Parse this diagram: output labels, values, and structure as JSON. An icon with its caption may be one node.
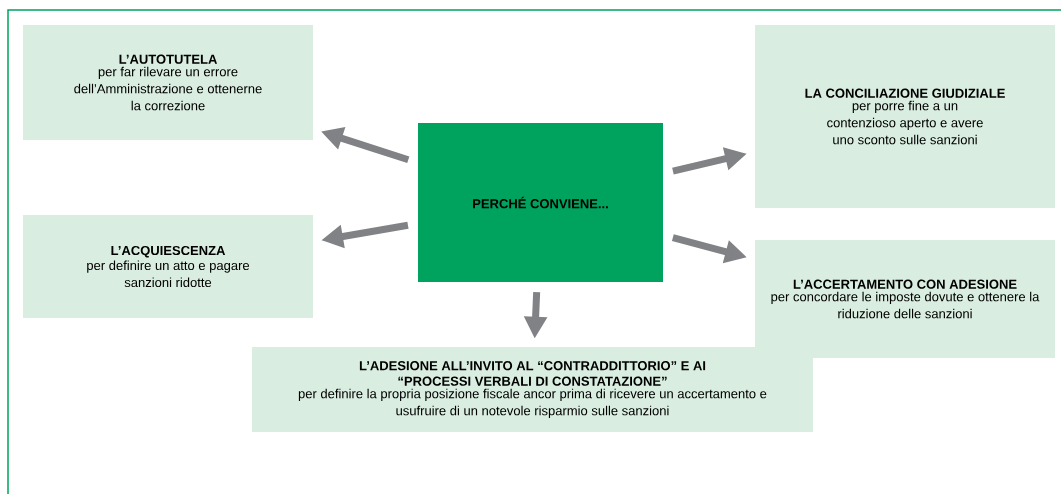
{
  "diagram": {
    "nodes": [
      {
        "text": [
          "L’AUTOTUTELA",
          "per far rilevare un errore dell’Amministrazione e ottenerne la correzione"
        ]
      },
      {
        "text": [
          "LA CONCILIAZIONE GIUDIZIALE",
          "per porre fine a un contenzioso aperto e avere uno sconto sulle sanzioni"
        ]
      },
      {
        "text": [
          "PERCHÉ CONVIENE..."
        ]
      },
      {
        "text": [
          "L’ACQUIESCENZA",
          "per definire un atto e pagare sanzioni ridotte"
        ]
      },
      {
        "text": [
          "L’ACCERTAMENTO CON ADESIONE",
          "per concordare le imposte dovute e ottenere la riduzione delle sanzioni"
        ]
      },
      {
        "text": [
          "L’ADESIONE ALL’INVITO AL “CONTRADDITTORIO” E AI “PROCESSI VERBALI DI CONSTATAZIONE”",
          "per definire la propria posizione fiscale ancor prima di ricevere un accertamento e usufruire di un notevole risparmio sulle sanzioni"
        ]
      }
    ],
    "edges": [
      {
        "from": 2,
        "to": 0,
        "arrow": "to"
      },
      {
        "from": 2,
        "to": 1,
        "arrow": "to"
      },
      {
        "from": 2,
        "to": 3,
        "arrow": "to"
      },
      {
        "from": 2,
        "to": 4,
        "arrow": "to"
      },
      {
        "from": 2,
        "to": 5,
        "arrow": "to"
      }
    ]
  }
}
